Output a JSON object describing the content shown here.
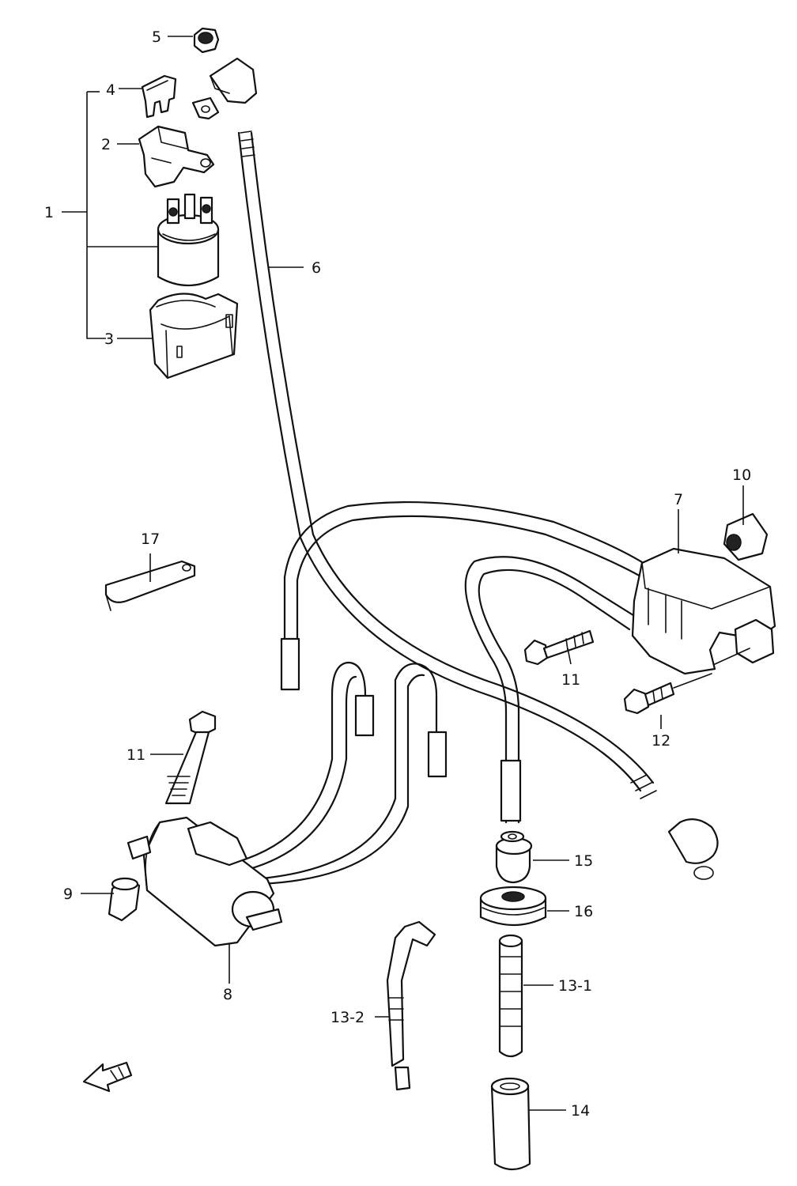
{
  "callouts": {
    "c1": "1",
    "c2": "2",
    "c3": "3",
    "c4": "4",
    "c5": "5",
    "c6": "6",
    "c7": "7",
    "c8": "8",
    "c9": "9",
    "c10": "10",
    "c11a": "11",
    "c11b": "11",
    "c12": "12",
    "c13_1": "13-1",
    "c13_2": "13-2",
    "c14": "14",
    "c15": "15",
    "c16": "16",
    "c17": "17"
  },
  "icons": {
    "direction_arrow": "front-direction-arrow-icon"
  }
}
